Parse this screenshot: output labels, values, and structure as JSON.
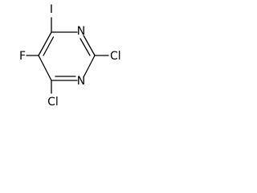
{
  "molecule": {
    "atoms": {
      "iodine": "I",
      "fluorine": "F",
      "nitrogen_top": "N",
      "nitrogen_bottom": "N",
      "chlorine_right": "Cl",
      "chlorine_bottom": "Cl"
    }
  }
}
